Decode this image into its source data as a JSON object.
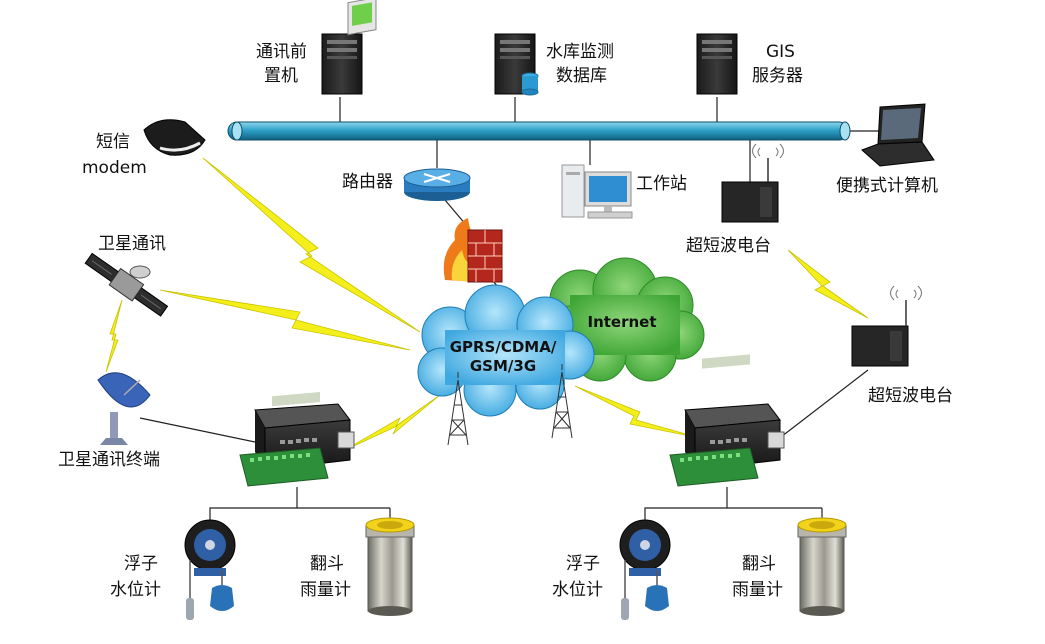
{
  "labels": {
    "comm_server_1": "通讯前",
    "comm_server_2": "置机",
    "reservoir_db_1": "水库监测",
    "reservoir_db_2": "数据库",
    "gis_1": "GIS",
    "gis_2": "服务器",
    "sms_modem_1": "短信",
    "sms_modem_2": "modem",
    "router": "路由器",
    "workstation": "工作站",
    "laptop": "便携式计算机",
    "uhf_radio_top": "超短波电台",
    "uhf_radio_right": "超短波电台",
    "satellite": "卫星通讯",
    "satellite_terminal": "卫星通讯终端",
    "cloud_gprs_1": "GPRS/CDMA/",
    "cloud_gprs_2": "GSM/3G",
    "cloud_internet": "Internet",
    "float_gauge_left_1": "浮子",
    "float_gauge_left_2": "水位计",
    "rain_gauge_left_1": "翻斗",
    "rain_gauge_left_2": "雨量计",
    "float_gauge_right_1": "浮子",
    "float_gauge_right_2": "水位计",
    "rain_gauge_right_1": "翻斗",
    "rain_gauge_right_2": "雨量计"
  },
  "colors": {
    "backbone": "#2fa3c8",
    "lightning": "#f4ef1a",
    "cloud_blue": "#4fb6ea",
    "cloud_green": "#58b948",
    "device_dark": "#2a2a2a"
  }
}
